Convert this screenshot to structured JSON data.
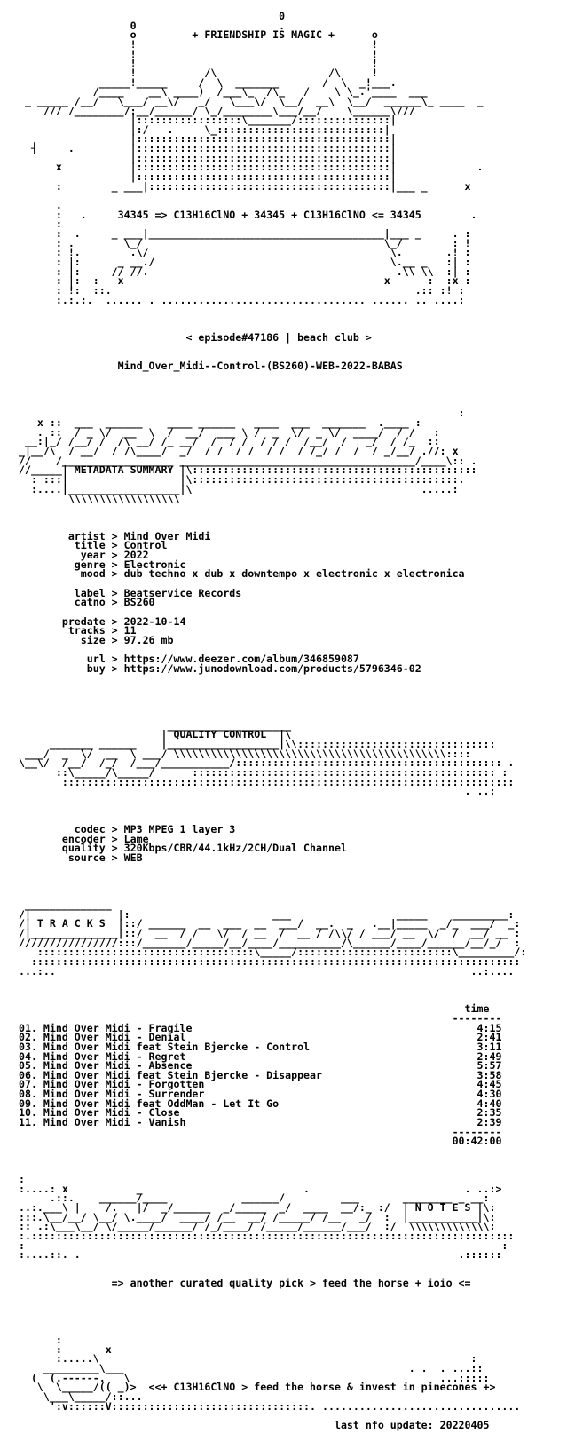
{
  "lines": [
    "                                           0",
    "                   0                       .",
    "                   o         + FRIENDSHIP IS MAGIC +      o",
    "                   !                                      !",
    "                   !                                      !",
    "                   !                                      !",
    "                   !           /\\                  /\\     !",
    "              _____!_____     /  \\  _______       /  \\  _!___.",
    "             /____    __\\ ____)  /___\\_  /\\_   /    \\ \\_.'____  ___",
    "  _ _____ /__/   \\___/ __\\/   _/   \\___\\/  \\__/  __\\  \\__/  ______\\_ ____  _",
    "     /// /________/:__/______/ \\_/________\\___/__/    \\______\\///",
    "                   |:::::::::::::::::\\_______/:::::::::::::::|",
    "                   |:/   .     \\_:::::::::::::::::::::::::::|",
    "                   |:::::::::::::::::::::::::::::::::::::::::|",
    "   ┤     .         |:::::::::::::::::::::::::::::::::::::::::|",
    "                   |:::::::::::::::::::::::::::::::::::::::::|",
    "       x           |:::::::::::::::::::::::::::::::::::::::::|             .",
    "                   |:::::::::::::::::::::::::::::::::::::::::|",
    "       :        _ ___|:::::::::::::::::::::::::::::::::::::::|___ _      x",
    "",
    "       .",
    "       :   .     34345 => C13H16ClNO + 34345 + C13H16ClNO <= 34345        .",
    "       :",
    "       :  .     _ ___|______________________________________|___ _     . :",
    "       : .        \\_/                                       \\_/        : !",
    "       : !.        .\\/                                       \\.       .! :",
    "       : |:      _ __./                                      \\.__ _   :| :",
    "       : |:     // //.                                        .\\\\ \\\\  :| :",
    "       : |:  :   x                                          x      :  :x :",
    "       : !:  ::.                                                 .:: :! :",
    "       :.:.:.  ...... . ................................. ...... .. ....:",
    "",
    "",
    "",
    "                            < episode#47186 | beach club >",
    "",
    "",
    "                 Mind_Over_Midi--Control-(BS260)-WEB-2022-BABAS",
    "",
    "",
    "",
    "",
    "                                                                        :",
    "    x ::  ___  ______    ____ ______   ____  ___  _______  .____ :",
    "    . ::  / _ \\/  __  \\  /  __/  ___ \\ /  _  \\/  _ \\/  ____/  / /   :",
    "  __:|_/ /__/ /  /\\ __/ /_ __/  /  / /  / / /  /__/  /   _/  / /_  ::",
    " _|__/\\  / __/  / /\\____/  _/  / /  / /  / /  / /_/ /  /  / _/__/ .//: x",
    " //    /__________________ ______________________________________/____\\:: .",
    " //_____| METADATA SUMMARY |\\::::::::::::::::::::::::::::::::::::::::::::::",
    "   : :::|                  |\\:::::::::::::::::::::::::::::::::::::::::::.",
    "   :....|__________________|\\                                     .....:",
    "         \\\\\\\\\\\\\\\\\\\\\\\\\\\\\\\\\\\\",
    "",
    "",
    "",
    "         artist > Mind Over Midi",
    "          title > Control",
    "           year > 2022",
    "          genre > Electronic",
    "           mood > dub techno x dub x downtempo x electronic x electronica",
    "",
    "          label > Beatservice Records",
    "          catno > BS260",
    "",
    "        predate > 2022-10-14",
    "         tracks > 11",
    "           size > 97.26 mb",
    "",
    "            url > https://www.deezer.com/album/346859087",
    "            buy > https://www.junodownload.com/products/5796346-02",
    "",
    "",
    "",
    "",
    "",
    "                         ____________________",
    "                        | QUALITY CONTROL  |\\",
    "      _______ ______    |__________________|\\\\::::::::::::::::::::::::::::::::",
    "  ___/  _  \\/  __  \\ ___/ \\\\\\\\\\\\\\\\\\\\\\\\\\\\\\\\\\\\\\\\\\\\\\\\\\\\\\\\\\\\\\\\\\\\\\\\\\\\\\\\\\\\\\\\::::",
    " \\__\\/  /__/  /_/  /___/___________/::::::::::::::::::::::::::::::::::::::::::: .",
    "       ::\\_____/\\_____/      ::::::::::::::::::::::::::::::::::::::::::::::::: :",
    "        :::::::::::::::::::::::::::::::::::::::::::::::::::::::::::::::::::::::::",
    "                                                                         . ..:",
    "",
    "",
    "",
    "          codec > MP3 MPEG 1 layer 3",
    "        encoder > Lame",
    "        quality > 320Kbps/CBR/44.1kHz/2CH/Dual Channel",
    "         source > WEB",
    "",
    "",
    "",
    "",
    "  ______________",
    " /|              |:                       ___                 _____    _________:",
    " /| T R A C K S  |::/ ______  __  ___  __  ___/  __.  _   .__|_____  _/_  ___/  _:",
    " /|______________|::/  __  / /   \\/  / __  /  __ / /\\\\/ / ___/ __  \\/  /  __/ __ :",
    " ////////////////:::/_______/_____/__/____/__________/\\______/____/______/__/_/  :",
    "    :::::::::::::::::::::::::::::::::::\\_____/:::::::::::::::::::::::::\\_________/:",
    "   :::::::::::::::::::::::::::::::::::::::::::::::::::::::::::::::::::::::::::::::",
    " ...:..                                                                   ..:....",
    "",
    "",
    "",
    "                                                                         time",
    "                                                                       --------",
    " 01. Mind Over Midi - Fragile                                              4:15",
    " 02. Mind Over Midi - Denial                                               2:41",
    " 03. Mind Over Midi feat Stein Bjercke - Control                           3:11",
    " 04. Mind Over Midi - Regret                                               2:49",
    " 05. Mind Over Midi - Absence                                              5:57",
    " 06. Mind Over Midi feat Stein Bjercke - Disappear                         3:58",
    " 07. Mind Over Midi - Forgotten                                            4:45",
    " 08. Mind Over Midi - Surrender                                            4:30",
    " 09. Mind Over Midi feat OddMan - Let It Go                                4:40",
    " 10. Mind Over Midi - Close                                                2:35",
    " 11. Mind Over Midi - Vanish                                               2:39",
    "                                                                       --------",
    "                                                                       00:42:00",
    "",
    "",
    "",
    " :",
    " :....: x           _                          .                         . ..:>",
    "      .::.    ______/____            ______/         ___       ________ _ __:",
    " ..:.___\\ |    /.   |/  _/______  _/_____  _/  ____  __/:_ :/  | N O T E S |\\:",
    " :::.\\__/__/ \\__/ \\.____/  ____/ /__  __/ /_____/ /__   _/  :  |___________|\\:",
    " :: .:\\___\\__/ \\/_____/______/ /_/____/ /_____/______/___/  :/  \\\\\\\\\\\\\\\\\\\\\\\\\\:",
    " :.::::::::::::::::::::::::::::::::::::::::::::::::::::::::::::::::::::::::::::::",
    " :                                                                             :",
    " :....::. .                                                             .::::::",
    "",
    "",
    "                => another curated quality pick > feed the horse + ioio <=",
    "",
    "",
    "",
    "",
    "",
    "       :",
    "       :       x",
    "       :.....\\                                                            :",
    "     _________\\___                                              . .  . ...::",
    "   (  (.------.   \\                                                  ...:::::",
    "    \\  \\_____/(( _)>  <<+ C13H16ClNO > feed the horse & invest in pinecones +>",
    "     \\___\\_____/::...                                                     ",
    "      ':v::::::V::::::::::::::::::::::::::::::::. ................................",
    "",
    "                                                    last nfo update: 20220405"
  ]
}
